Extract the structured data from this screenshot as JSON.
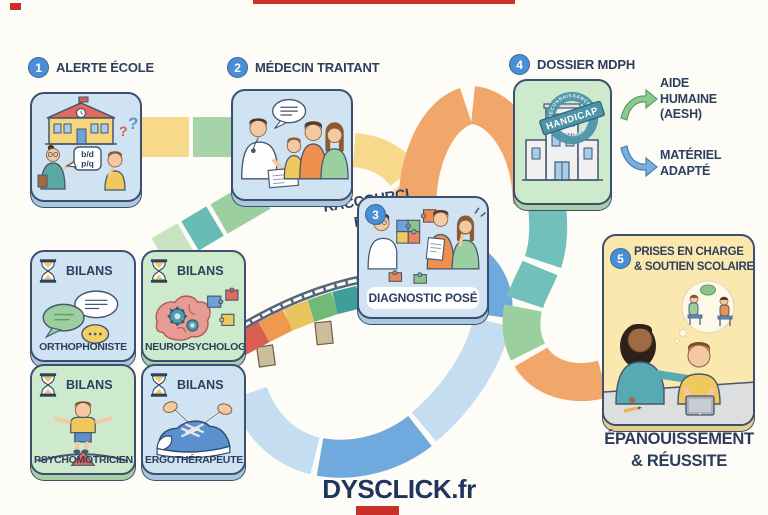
{
  "brand": {
    "site_name": "DYSCLICK.fr"
  },
  "steps": [
    {
      "num": "1",
      "title": "ALERTE ÉCOLE",
      "speech_line1": "b/d",
      "speech_line2": "p/q",
      "question_mark": "?"
    },
    {
      "num": "2",
      "title": "MÉDECIN TRAITANT"
    },
    {
      "num": "3",
      "title": "DIAGNOSTIC POSÉ"
    },
    {
      "num": "4",
      "title": "DOSSIER MDPH",
      "stamp_arc_top": "RECONNAISSANCE",
      "stamp_banner": "HANDICAP",
      "stamp_arc_bottom": "HANDICAP"
    },
    {
      "num": "5",
      "title": "PRISES EN CHARGE\n& SOUTIEN SCOLAIRE"
    }
  ],
  "bilans": {
    "label": "BILANS",
    "specialists": [
      "ORTHOPHONISTE",
      "NEUROPSYCHOLOGUE",
      "PSYCHOMOTRICIEN",
      "ERGOTHÉRAPEUTE"
    ]
  },
  "shortcut_label": "RACCOURCI\nPCO",
  "outcomes": [
    {
      "label": "AIDE\nHUMAINE\n(AESH)"
    },
    {
      "label": "MATÉRIEL\nADAPTÉ"
    }
  ],
  "finale_label": "ÉPANOUISSEMENT\n& RÉUSSITE",
  "accent_colors": {
    "badge_blue": "#4a8ed6",
    "navy": "#2e3f5e",
    "card_blue": "#cfe3f2",
    "card_green": "#cdeacc",
    "card_yellow": "#fbe8ae",
    "path_yellow": "#f7d98c",
    "path_green": "#a6d3a8",
    "path_teal": "#72c0ba",
    "path_orange": "#f2a76a",
    "path_lightblue": "#c5ddf1",
    "path_blue": "#70a9dd"
  }
}
